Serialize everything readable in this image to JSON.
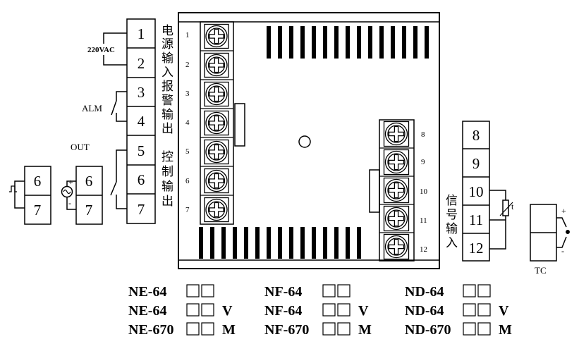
{
  "left_block": {
    "terminals": [
      "1",
      "2",
      "3",
      "4",
      "5",
      "6",
      "7"
    ],
    "supply_label": "220VAC",
    "alarm_label": "ALM",
    "out_label": "OUT"
  },
  "pulse_block": {
    "terminals": [
      "6",
      "7"
    ]
  },
  "ac_block": {
    "terminals": [
      "6",
      "7"
    ],
    "plus": "+",
    "minus": "-"
  },
  "side_text": {
    "power_input": [
      "电",
      "源",
      "输",
      "入"
    ],
    "alarm_output": [
      "报",
      "警",
      "输",
      "出"
    ],
    "control_output": [
      "控",
      "制",
      "输",
      "出"
    ]
  },
  "device": {
    "left_numbers": [
      "1",
      "2",
      "3",
      "4",
      "5",
      "6",
      "7"
    ],
    "right_numbers": [
      "8",
      "9",
      "10",
      "11",
      "12"
    ]
  },
  "right_block": {
    "terminals": [
      "8",
      "9",
      "10",
      "11",
      "12"
    ],
    "signal_input": [
      "信",
      "号",
      "输",
      "入"
    ],
    "rtd_mark": "t"
  },
  "tc": {
    "label": "TC",
    "plus": "+",
    "minus": "-"
  },
  "models": [
    [
      {
        "name": "NE-64",
        "suffix": ""
      },
      {
        "name": "NF-64",
        "suffix": ""
      },
      {
        "name": "ND-64",
        "suffix": ""
      }
    ],
    [
      {
        "name": "NE-64",
        "suffix": "V"
      },
      {
        "name": "NF-64",
        "suffix": "V"
      },
      {
        "name": "ND-64",
        "suffix": "V"
      }
    ],
    [
      {
        "name": "NE-670",
        "suffix": "M"
      },
      {
        "name": "NF-670",
        "suffix": "M"
      },
      {
        "name": "ND-670",
        "suffix": "M"
      }
    ]
  ]
}
